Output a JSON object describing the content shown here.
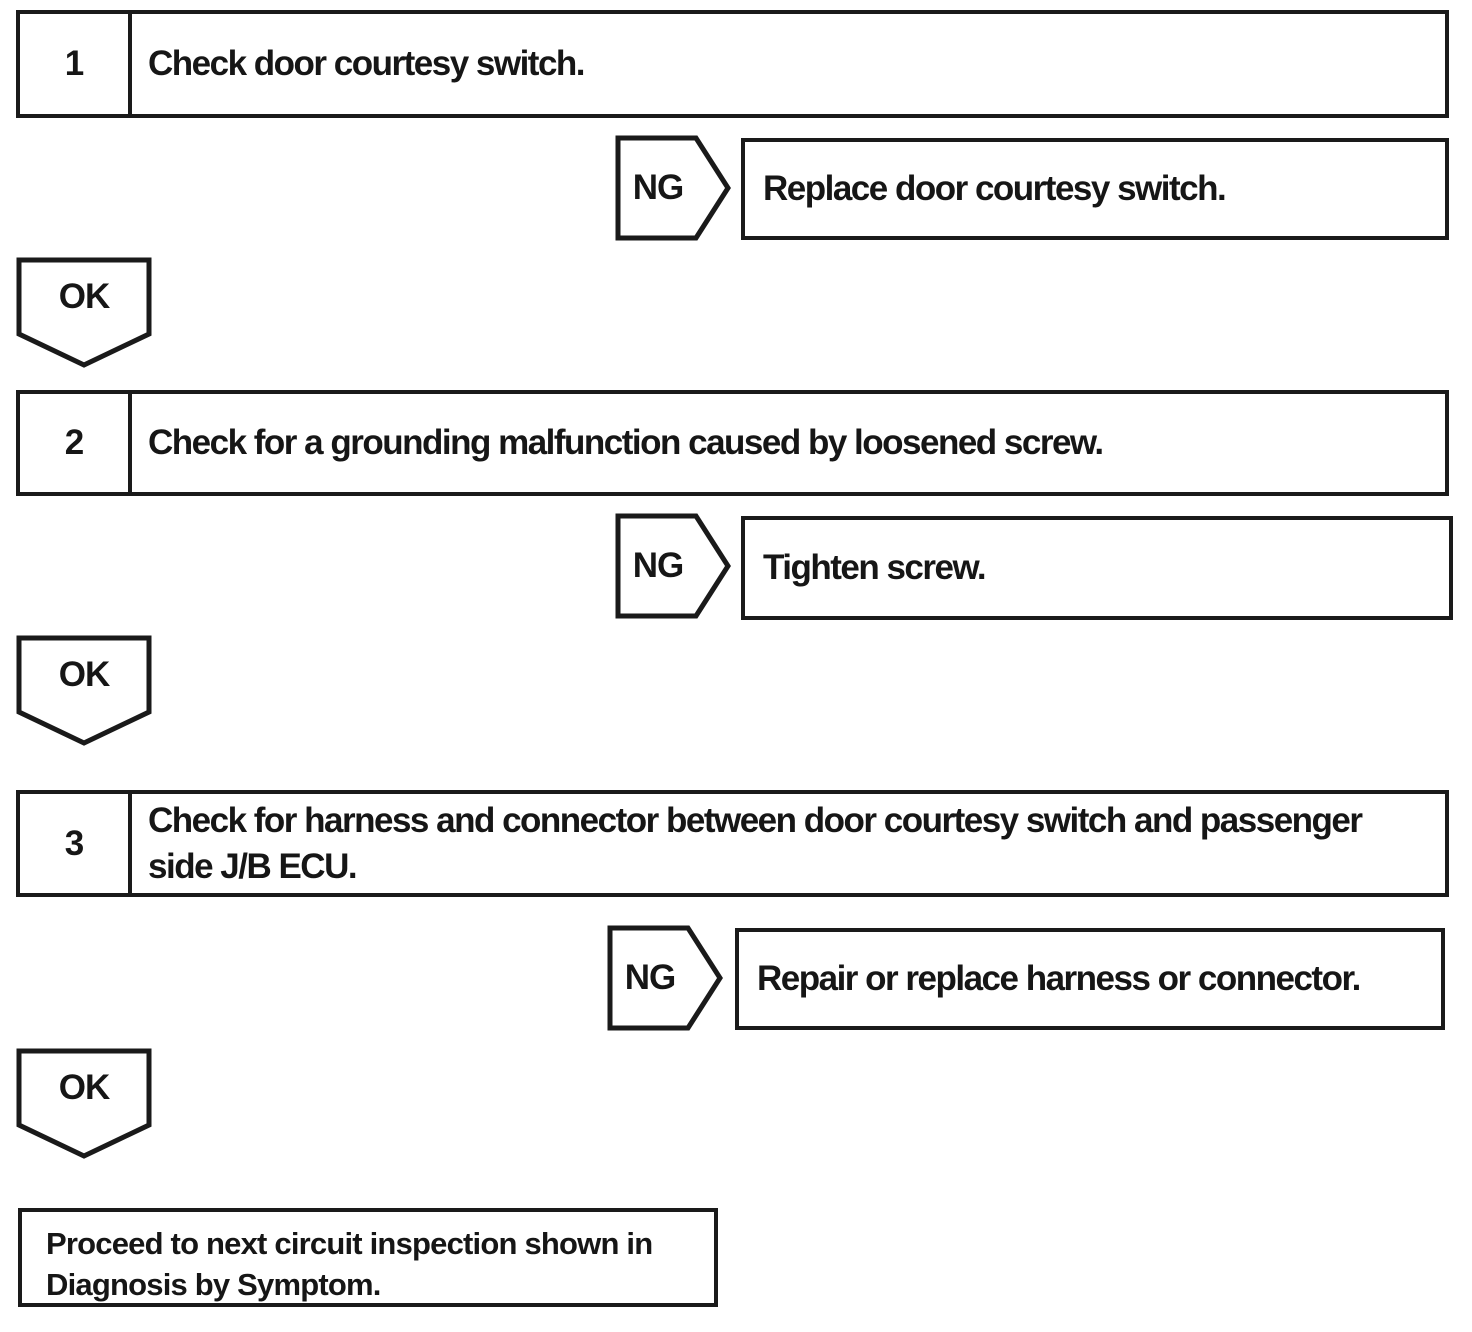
{
  "page": {
    "ink_color": "#1a1a1a",
    "paper_color": "#ffffff"
  },
  "flowchart": {
    "steps": [
      {
        "number": "1",
        "instruction": "Check door courtesy switch.",
        "ng": {
          "label": "NG",
          "action": "Replace door courtesy switch."
        },
        "ok": {
          "label": "OK"
        }
      },
      {
        "number": "2",
        "instruction": "Check for a grounding malfunction caused by loosened screw.",
        "ng": {
          "label": "NG",
          "action": "Tighten screw."
        },
        "ok": {
          "label": "OK"
        }
      },
      {
        "number": "3",
        "instruction": "Check for harness and connector between door courtesy switch and passenger side J/B ECU.",
        "ng": {
          "label": "NG",
          "action": "Repair or replace harness or connector."
        },
        "ok": {
          "label": "OK"
        }
      }
    ],
    "final_action": "Proceed to next circuit inspection shown in Diagnosis by Symptom."
  }
}
